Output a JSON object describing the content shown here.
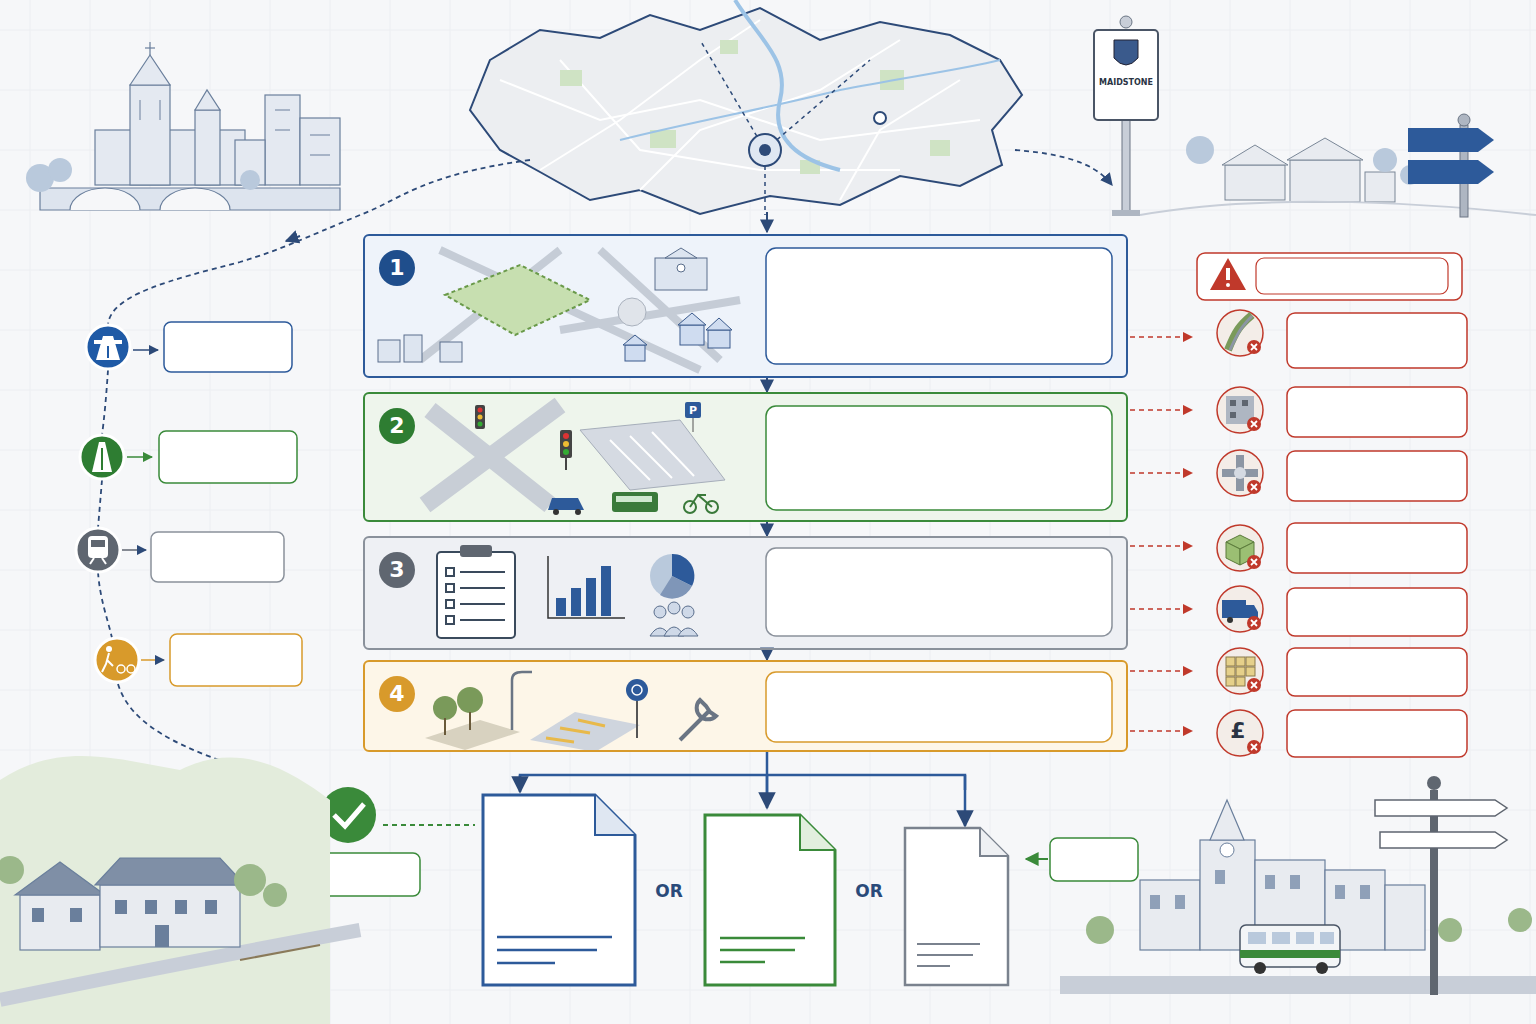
{
  "diagram": {
    "nodes": [
      {
        "text": [
          "1"
        ]
      },
      {
        "text": [
          "2"
        ]
      },
      {
        "text": [
          "3"
        ]
      },
      {
        "text": [
          "4"
        ]
      }
    ],
    "edges": [
      {
        "from": 0,
        "to": 1,
        "arrow": "to"
      },
      {
        "from": 1,
        "to": 2,
        "arrow": "to"
      },
      {
        "from": 2,
        "to": 3,
        "arrow": "to"
      }
    ],
    "labels": [
      "MAIDSTONE",
      "P",
      "£",
      "OR",
      "OR"
    ]
  }
}
